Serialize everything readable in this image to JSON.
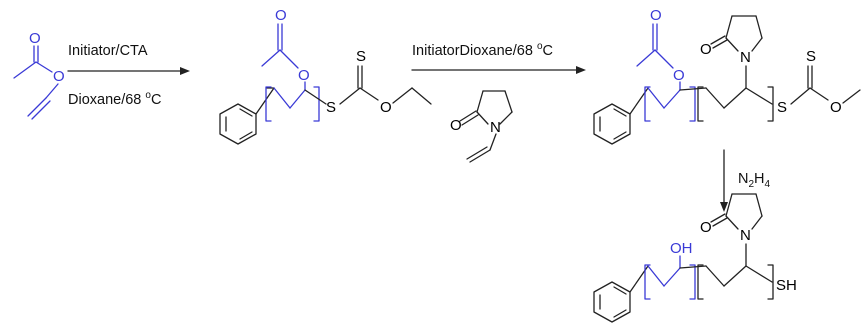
{
  "colors": {
    "bond": "#222222",
    "blue_unit": "#3a3ad6",
    "text": "#111111",
    "background": "#ffffff"
  },
  "step1": {
    "reagent_above": "Initiator/CTA",
    "solvent_below": "Dioxane/68 ",
    "degree_sup": "o",
    "degree_unit": "C"
  },
  "step2": {
    "reagent_above": "InitiatorDioxane/68 ",
    "degree_sup": "o",
    "degree_unit": "C"
  },
  "step3": {
    "reagent_main": "N",
    "reagent_sub1": "2",
    "reagent_mid": "H",
    "reagent_sub2": "4"
  },
  "atoms": {
    "oxygen": "O",
    "sulfur": "S",
    "nitrogen": "N",
    "hydroxyl": "OH",
    "thiol": "SH"
  }
}
